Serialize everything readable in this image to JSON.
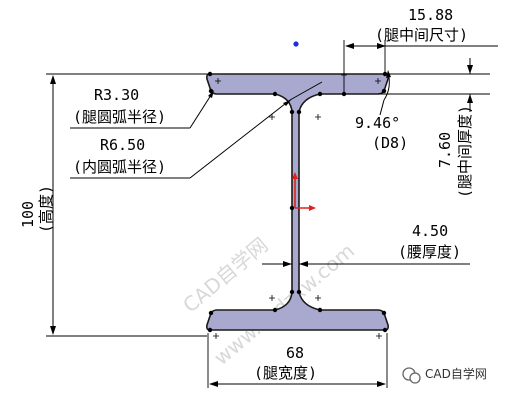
{
  "dimensions": {
    "flange_length": {
      "value": "15.88",
      "label": "(腿中间尺寸)"
    },
    "flange_radius": {
      "value": "R3.30",
      "label": "(腿圆弧半径)"
    },
    "inner_radius": {
      "value": "R6.50",
      "label": "(内圆弧半径)"
    },
    "slope": {
      "value": "9.46°",
      "label": "(D8)"
    },
    "flange_thickness": {
      "value": "7.60",
      "label": "(腿中间厚度)"
    },
    "height": {
      "value": "100",
      "label": "(高度)"
    },
    "web_thickness": {
      "value": "4.50",
      "label": "(腰厚度)"
    },
    "flange_width": {
      "value": "68",
      "label": "(腿宽度)"
    }
  },
  "watermark": {
    "text1": "CAD自学网",
    "text2": "www.cadzxw.com"
  },
  "logo": {
    "text": "CAD自学网"
  },
  "colors": {
    "beam_fill": "#a9a8cf",
    "beam_stroke": "#1a1a1a",
    "axis_red": "#e0201c",
    "axis_blue": "#1c2fe0"
  }
}
